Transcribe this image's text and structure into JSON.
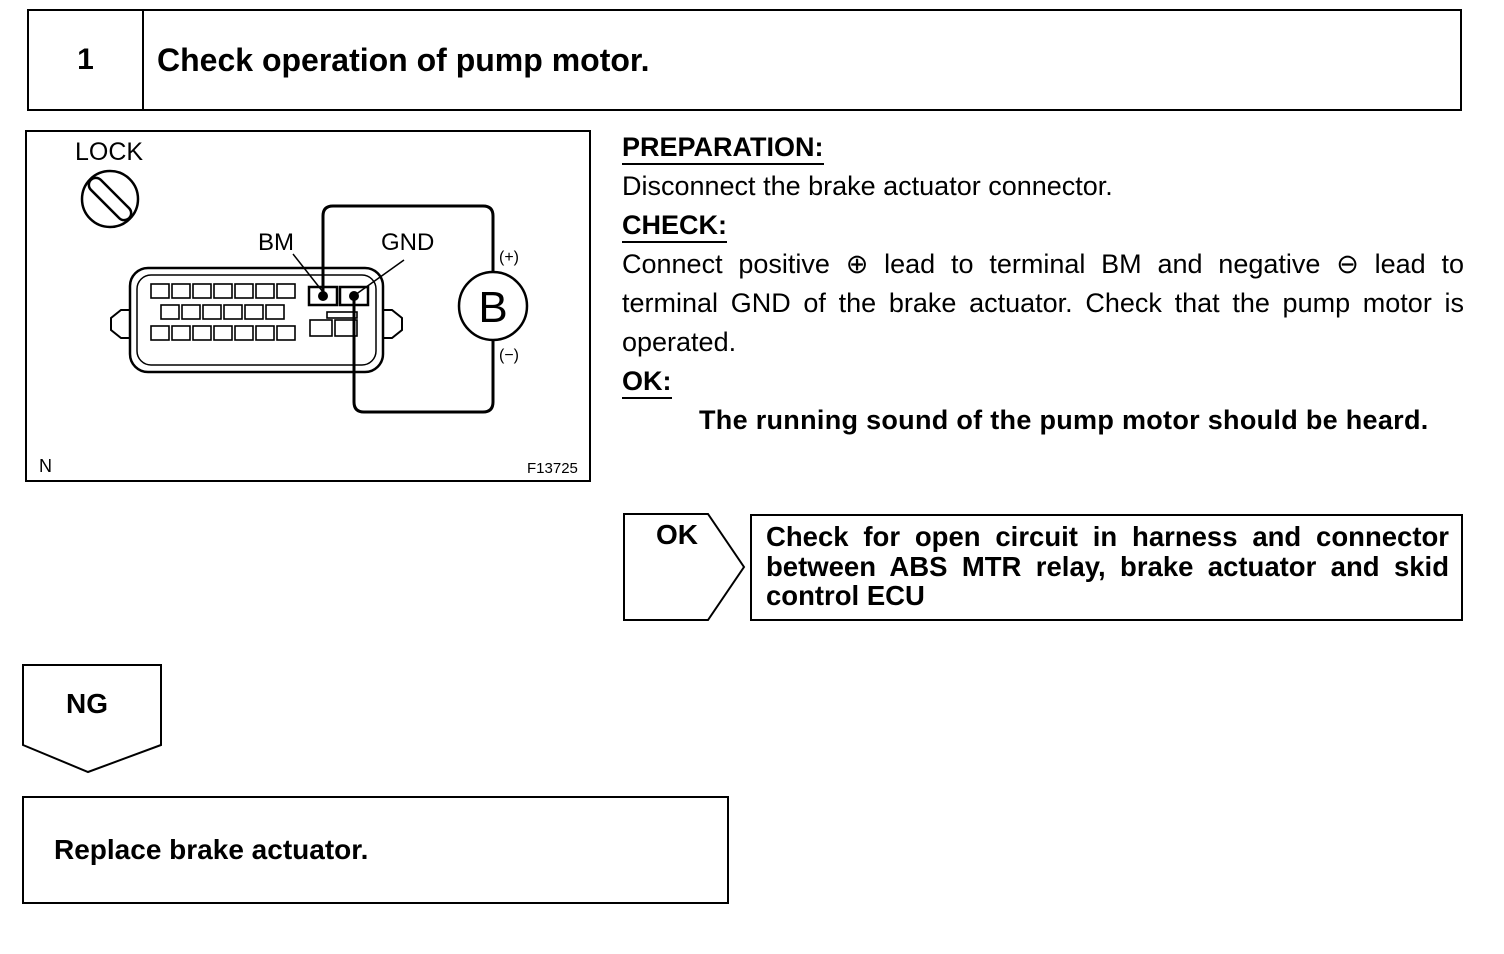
{
  "step": {
    "number": "1",
    "title": "Check operation of pump motor."
  },
  "diagram": {
    "lock_label": "LOCK",
    "bm_label": "BM",
    "gnd_label": "GND",
    "battery_label": "B",
    "positive_mark": "(+)",
    "negative_mark": "(−)",
    "corner_code": "N",
    "figure_code": "F13725"
  },
  "preparation": {
    "heading": "PREPARATION:",
    "text": "Disconnect the brake actuator connector."
  },
  "check": {
    "heading": "CHECK:",
    "text": "Connect positive ⊕ lead to terminal BM and negative ⊖ lead to terminal GND of the brake actuator. Check that the pump motor is operated."
  },
  "ok_spec": {
    "heading": "OK:",
    "text": "The running sound of the pump motor should be heard."
  },
  "ok_branch": {
    "label": "OK",
    "result": "Check for open circuit in harness and connector between ABS MTR relay, brake actuator and skid control ECU"
  },
  "ng_branch": {
    "label": "NG",
    "result": "Replace brake actuator."
  }
}
